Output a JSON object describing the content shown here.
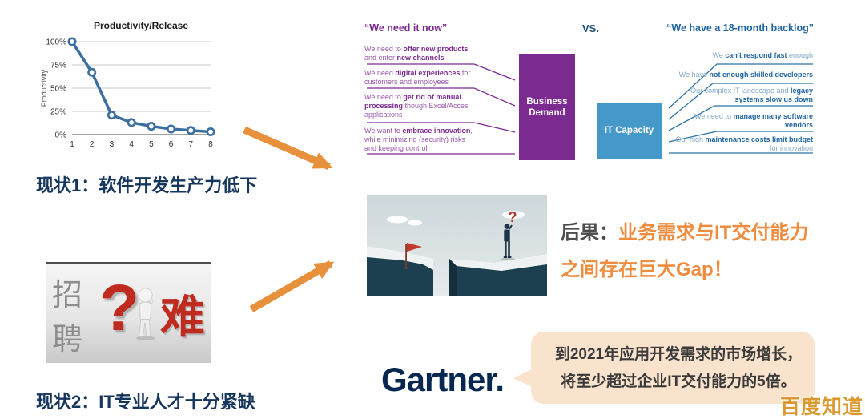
{
  "colors": {
    "orange": "#E8913C",
    "navy": "#16365C",
    "purple": "#7B2A90",
    "purple-light": "#9A58AC",
    "blue-box": "#4599C9",
    "blue-text": "#7FA8CB",
    "blue-bold": "#1F64A0",
    "blue-line": "#2E75A8",
    "vs": "#1F4E79",
    "chart-line": "#3C6F9F",
    "red": "#BF2B1E",
    "consequence-orange": "#EE8C3F",
    "consequence-gray": "#4D4D4D",
    "gartner-navy": "#06274F",
    "bubble-bg": "#FAE3CD",
    "bubble-text": "#3A3A3A",
    "watermark": "#D9992F"
  },
  "chart_data": {
    "type": "line",
    "title": "Productivity/Release",
    "xlabel": "",
    "ylabel": "Productivity",
    "x": [
      "1",
      "2",
      "3",
      "4",
      "5",
      "6",
      "7",
      "8"
    ],
    "values": [
      100,
      67,
      21,
      13,
      9,
      6,
      4.5,
      3
    ],
    "ytick_labels": [
      "100%",
      "75%",
      "50%",
      "25%",
      "0%"
    ],
    "ytick_values": [
      100,
      75,
      50,
      25,
      0
    ],
    "ylim": [
      0,
      100
    ],
    "grid": true,
    "legend": false
  },
  "status1": "现状1：软件开发生产力低下",
  "status2": "现状2：IT专业人才十分紧缺",
  "recruitment": {
    "left_text": "招聘",
    "question_mark": "?",
    "right_text": "难",
    "figure_icon": "thinking-person"
  },
  "diagram": {
    "left_header": "“We need it now”",
    "vs": "VS.",
    "right_header": "“We have a 18-month backlog”",
    "demand_box": "Business Demand",
    "capacity_box": "IT Capacity",
    "left_items": [
      {
        "segments": [
          {
            "t": "We need to ",
            "b": false
          },
          {
            "t": "offer new products",
            "b": true
          },
          {
            "t": " and enter ",
            "b": false
          },
          {
            "t": "new channels",
            "b": true
          }
        ]
      },
      {
        "segments": [
          {
            "t": "We need ",
            "b": false
          },
          {
            "t": "digital experiences",
            "b": true
          },
          {
            "t": " for customers and employees",
            "b": false
          }
        ]
      },
      {
        "segments": [
          {
            "t": "We need to ",
            "b": false
          },
          {
            "t": "get rid of manual processing",
            "b": true
          },
          {
            "t": " though Excel/Acces applications",
            "b": false
          }
        ]
      },
      {
        "segments": [
          {
            "t": "We want to ",
            "b": false
          },
          {
            "t": "embrace innovation",
            "b": true
          },
          {
            "t": ", while minimizing (security) risks and keeping control",
            "b": false
          }
        ]
      }
    ],
    "right_items": [
      {
        "segments": [
          {
            "t": "We ",
            "b": false
          },
          {
            "t": "can't respond fast",
            "b": true
          },
          {
            "t": " enough",
            "b": false
          }
        ]
      },
      {
        "segments": [
          {
            "t": "We have ",
            "b": false
          },
          {
            "t": "not enough skilled developers",
            "b": true
          }
        ]
      },
      {
        "segments": [
          {
            "t": "Our complex IT landscape and ",
            "b": false
          },
          {
            "t": "legacy systems slow us down",
            "b": true
          }
        ]
      },
      {
        "segments": [
          {
            "t": "We need to ",
            "b": false
          },
          {
            "t": "manage many software vendors",
            "b": true
          }
        ]
      },
      {
        "segments": [
          {
            "t": "Our high ",
            "b": false
          },
          {
            "t": "maintenance costs limit budget",
            "b": true
          },
          {
            "t": " for innovation",
            "b": false
          }
        ]
      }
    ]
  },
  "cliff": {
    "question_mark": "?",
    "elements": [
      "red-flag",
      "thinking-person",
      "cliff-gap",
      "clouds"
    ]
  },
  "consequence": {
    "prefix": "后果：",
    "line1": "业务需求与IT交付能力",
    "line2": "之间存在巨大Gap！"
  },
  "gartner_logo": "Gartner.",
  "bubble": {
    "line1": "到2021年应用开发需求的市场增长，",
    "line2": "将至少超过企业IT交付能力的5倍。"
  },
  "watermark": "百度知道"
}
